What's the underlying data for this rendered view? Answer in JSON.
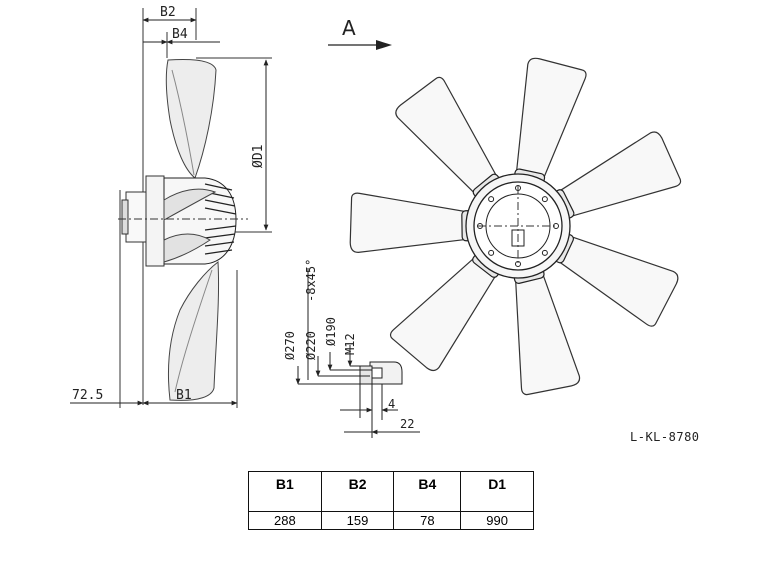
{
  "view_label": "A",
  "drawing_code": "L-KL-8780",
  "dimensions": {
    "b2": "B2",
    "b4": "B4",
    "d1": "ØD1",
    "b1": "B1",
    "offset": "72.5",
    "hole_pattern": "-8x45°",
    "d270": "Ø270",
    "d220": "Ø220",
    "d190": "Ø190",
    "m12": "M12",
    "gap4": "4",
    "gap22": "22"
  },
  "table": {
    "headers": [
      "B1",
      "B2",
      "B4",
      "D1"
    ],
    "values": [
      "288",
      "159",
      "78",
      "990"
    ]
  }
}
